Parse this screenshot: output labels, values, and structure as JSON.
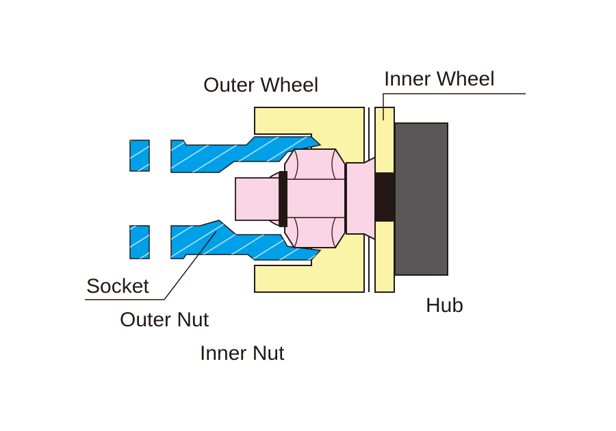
{
  "labels": {
    "outer_wheel": "Outer Wheel",
    "inner_wheel": "Inner Wheel",
    "socket": "Socket",
    "outer_nut": "Outer Nut",
    "inner_nut": "Inner Nut",
    "hub": "Hub"
  },
  "colors": {
    "wheel": "#fbf3a8",
    "socket": "#00a0e9",
    "nut": "#f9d5e5",
    "hub": "#595757",
    "stud": "#231815",
    "outline": "#231815"
  }
}
